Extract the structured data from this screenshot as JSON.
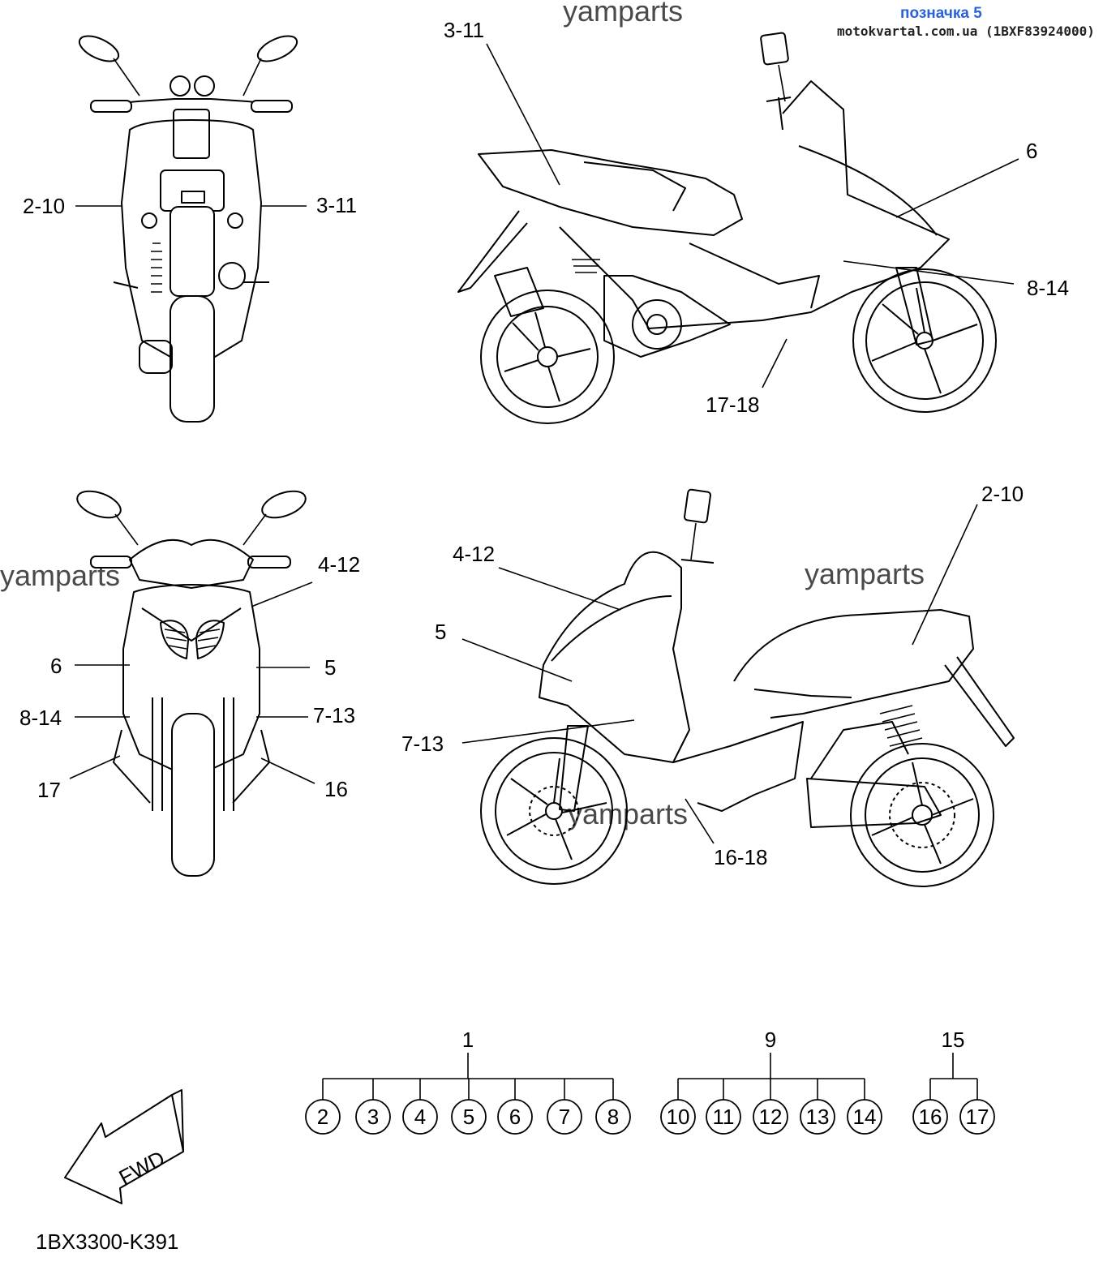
{
  "header": {
    "badge": "позначка 5",
    "source": "motokvartal.com.ua (1BXF83924000)"
  },
  "watermarks": [
    "yamparts",
    "yamparts",
    "yamparts",
    "yamparts"
  ],
  "drawing_code": "1BX3300-K391",
  "views": {
    "rear_view": {
      "left_label": "2-10",
      "right_label": "3-11"
    },
    "right_side_view": {
      "labels": [
        "3-11",
        "6",
        "8-14",
        "17-18"
      ]
    },
    "front_view": {
      "labels": [
        "4-12",
        "6",
        "5",
        "8-14",
        "7-13",
        "17",
        "16"
      ]
    },
    "left_side_view": {
      "labels": [
        "2-10",
        "4-12",
        "5",
        "7-13",
        "16-18"
      ]
    }
  },
  "fwd_arrow": {
    "text": "FWD"
  },
  "kits": [
    {
      "parent": "1",
      "children": [
        "2",
        "3",
        "4",
        "5",
        "6",
        "7",
        "8"
      ]
    },
    {
      "parent": "9",
      "children": [
        "10",
        "11",
        "12",
        "13",
        "14"
      ]
    },
    {
      "parent": "15",
      "children": [
        "16",
        "17"
      ]
    }
  ]
}
